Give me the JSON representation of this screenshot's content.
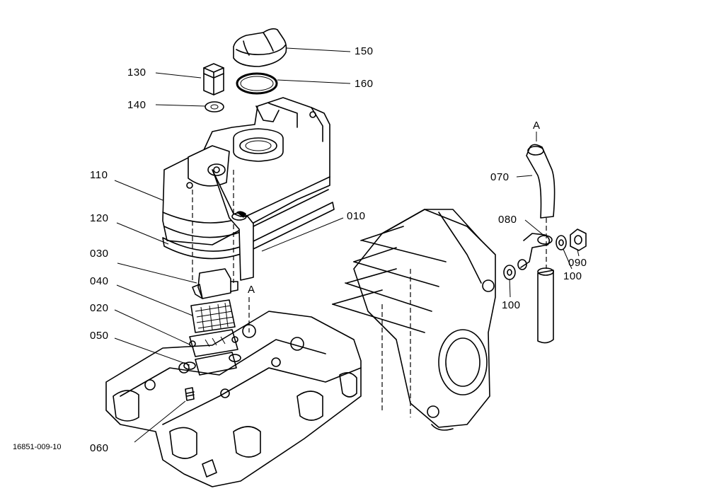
{
  "diagram": {
    "drawing_number": "16851-009-10",
    "callouts": [
      {
        "id": "150",
        "text": "150"
      },
      {
        "id": "160",
        "text": "160"
      },
      {
        "id": "130",
        "text": "130"
      },
      {
        "id": "140",
        "text": "140"
      },
      {
        "id": "110",
        "text": "110"
      },
      {
        "id": "120",
        "text": "120"
      },
      {
        "id": "010",
        "text": "010"
      },
      {
        "id": "030",
        "text": "030"
      },
      {
        "id": "040",
        "text": "040"
      },
      {
        "id": "020",
        "text": "020"
      },
      {
        "id": "050",
        "text": "050"
      },
      {
        "id": "060",
        "text": "060"
      },
      {
        "id": "070",
        "text": "070"
      },
      {
        "id": "080",
        "text": "080"
      },
      {
        "id": "090",
        "text": "090"
      },
      {
        "id": "100a",
        "text": "100"
      },
      {
        "id": "100b",
        "text": "100"
      }
    ],
    "connection_marks": [
      {
        "id": "a-hose",
        "text": "A"
      },
      {
        "id": "a-cover",
        "text": "A"
      }
    ]
  }
}
